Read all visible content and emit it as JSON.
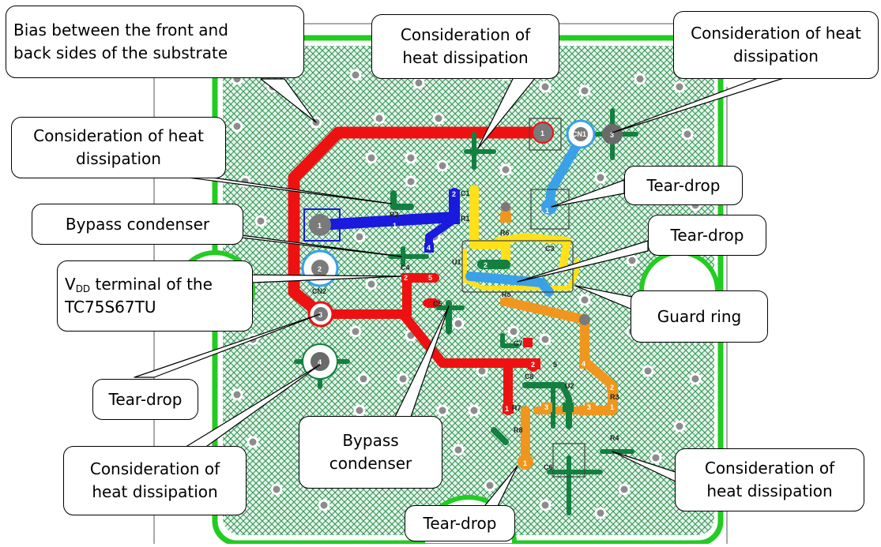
{
  "colors": {
    "board_fill": "#eaf3ee",
    "hatch": "#2f9a52",
    "green_border": "#22cc22",
    "net_red": "#ee1111",
    "net_blue": "#1a1adf",
    "net_yellow": "#ffe11a",
    "net_orange": "#f0961e",
    "net_lightblue": "#3aa0e8",
    "net_darkgreen": "#138040",
    "via_gray": "#7a7a7a"
  },
  "callouts": {
    "bias": {
      "line1": "Bias between the front and",
      "line2": "back sides of the substrate"
    },
    "heat_top_center": {
      "line1": "Consideration of",
      "line2": "heat dissipation"
    },
    "heat_top_right": {
      "line1": "Consideration of heat",
      "line2": "dissipation"
    },
    "heat_left": {
      "line1": "Consideration of heat",
      "line2": "dissipation"
    },
    "tear_right_top": {
      "text": "Tear-drop"
    },
    "bypass_left": {
      "text": "Bypass condenser"
    },
    "tear_right_mid": {
      "text": "Tear-drop"
    },
    "vdd": {
      "v": "V",
      "sub": "DD",
      "rest": " terminal of the",
      "line2": "TC75S67TU"
    },
    "guard_ring": {
      "text": "Guard ring"
    },
    "tear_left": {
      "text": "Tear-drop"
    },
    "bypass_center": {
      "line1": "Bypass",
      "line2": "condenser"
    },
    "heat_bottom_left": {
      "line1": "Consideration of",
      "line2": "heat dissipation"
    },
    "heat_bottom_right": {
      "line1": "Consideration of",
      "line2": "heat dissipation"
    },
    "tear_bottom": {
      "text": "Tear-drop"
    }
  },
  "pcb_labels": {
    "r2": "R2",
    "c1": "C1",
    "r1": "R1",
    "r6": "R6",
    "c3": "C3",
    "c4": "C4",
    "u1": "U1",
    "c5": "C5",
    "r5": "R5",
    "c7": "C7",
    "c8": "C8",
    "u2": "U2",
    "r3": "R3",
    "r7": "R7",
    "r8": "R8",
    "r4": "R4",
    "c6": "C6",
    "cn1": "CN1",
    "cn2": "CN2",
    "pad1": "1",
    "pad2": "2",
    "pad3": "3",
    "pad4": "4",
    "pad5": "5"
  }
}
